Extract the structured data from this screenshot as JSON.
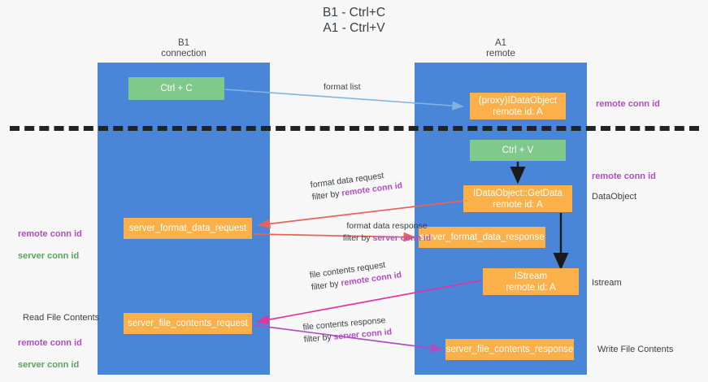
{
  "title": "B1 - Ctrl+C\nA1 - Ctrl+V",
  "columns": {
    "left": {
      "name": "B1",
      "role": "connection",
      "label": "B1\nconnection"
    },
    "right": {
      "name": "A1",
      "role": "remote",
      "label": "A1\nremote"
    }
  },
  "nodes": {
    "ctrl_c": {
      "label": "Ctrl + C",
      "color": "#7fc98a"
    },
    "proxy_dataobject": {
      "label": "(proxy)IDataObject\nremote id: A",
      "color": "#fbb04a"
    },
    "ctrl_v": {
      "label": "Ctrl + V",
      "color": "#7fc98a"
    },
    "getdata": {
      "label": "IDataObject::GetData\nremote id: A",
      "color": "#fbb04a"
    },
    "server_format_data_request": {
      "label": "server_format_data_request",
      "color": "#fbb04a"
    },
    "server_format_data_response": {
      "label": "server_format_data_response",
      "color": "#fbb04a"
    },
    "istream": {
      "label": "IStream\nremote id: A",
      "color": "#fbb04a"
    },
    "server_file_contents_request": {
      "label": "server_file_contents_request",
      "color": "#fbb04a"
    },
    "server_file_contents_response": {
      "label": "server_file_contents_response",
      "color": "#fbb04a"
    }
  },
  "flows": {
    "format_list": {
      "label": "format list",
      "color": "#7fb4e0"
    },
    "format_data_request": {
      "line1": "format data request",
      "line2_prefix": "filter by ",
      "line2_key": "remote conn id",
      "color": "#e8635a"
    },
    "format_data_response": {
      "line1": "format data response",
      "line2_prefix": "filter by ",
      "line2_key": "server conn id",
      "color": "#e8635a"
    },
    "file_contents_request": {
      "line1": "file contents request",
      "line2_prefix": "filter by ",
      "line2_key": "remote conn id",
      "color": "#e3339c"
    },
    "file_contents_response": {
      "line1": "file contents response",
      "line2_prefix": "filter by ",
      "line2_key": "server conn id",
      "color": "#b04ec0"
    }
  },
  "annotations": {
    "right_remote_conn_id_top": "remote conn id",
    "right_remote_conn_id_mid": "remote conn id",
    "right_dataobject": "DataObject",
    "right_istream": "Istream",
    "right_write_file_contents": "Write File Contents",
    "left_remote_conn_id": "remote conn id",
    "left_server_conn_id": "server conn id",
    "left_read_file_contents": "Read File Contents",
    "left_remote_conn_id_2": "remote conn id",
    "left_server_conn_id_2": "server conn id"
  },
  "colors": {
    "lane": "#4a86d8",
    "node_green": "#7fc98a",
    "node_orange": "#fbb04a",
    "conn_id_remote": "#b04ec0",
    "conn_id_server": "#5aa45f",
    "divider": "#232323",
    "background": "#f7f7f8"
  }
}
